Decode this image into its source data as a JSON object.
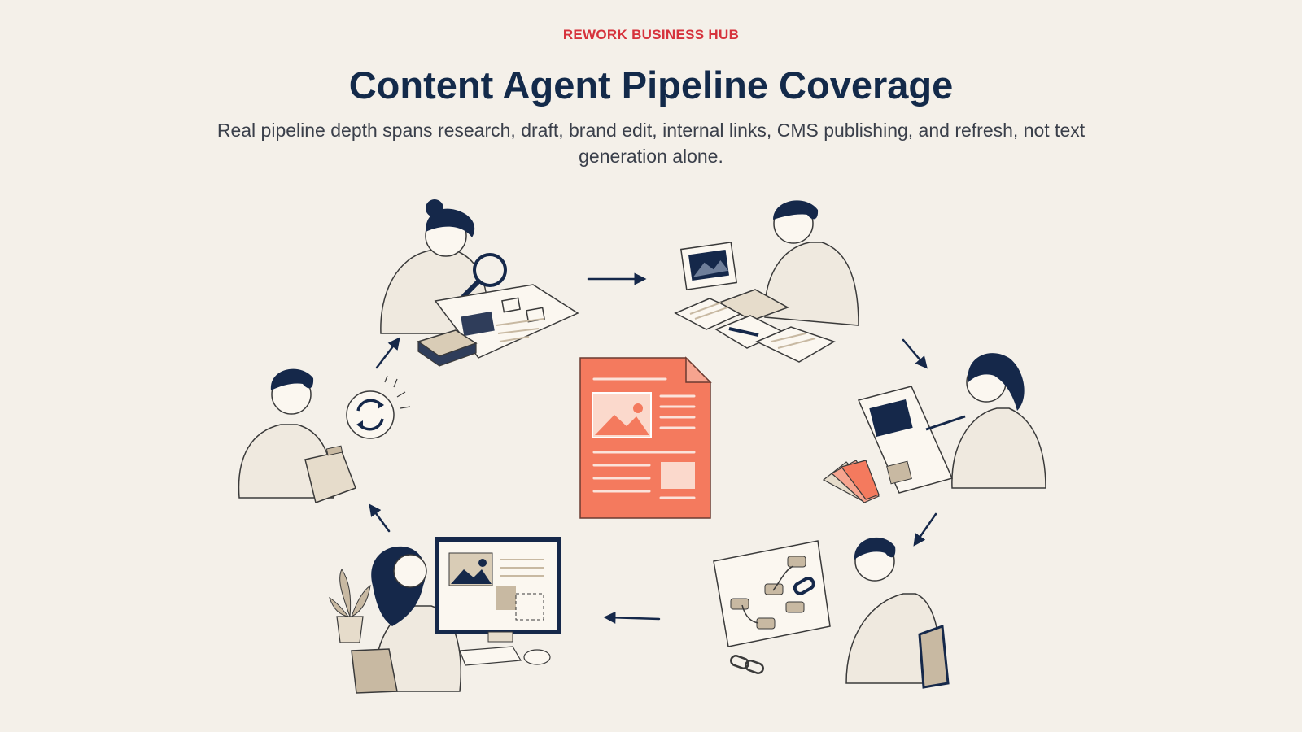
{
  "header": {
    "brand": "REWORK BUSINESS HUB",
    "title": "Content Agent Pipeline Coverage",
    "subtitle": "Real pipeline depth spans research, draft, brand edit, internal links, CMS publishing, and refresh, not text generation alone."
  },
  "colors": {
    "background": "#f4f0e9",
    "brand": "#d6323c",
    "title": "#132a4a",
    "subtitle": "#3a3f4a",
    "navy": "#15284a",
    "beige": "#e6dccb",
    "accent_doc": "#f47a5e",
    "outline": "#3a3a3a"
  },
  "diagram": {
    "center": {
      "icon": "document-icon"
    },
    "stages": [
      {
        "id": "research",
        "icon": "magnifier-icon"
      },
      {
        "id": "draft",
        "icon": "layout-sheets-icon"
      },
      {
        "id": "brand-edit",
        "icon": "color-swatch-icon"
      },
      {
        "id": "internal-links",
        "icon": "link-icon"
      },
      {
        "id": "cms-publishing",
        "icon": "monitor-icon"
      },
      {
        "id": "refresh",
        "icon": "refresh-icon"
      }
    ]
  }
}
